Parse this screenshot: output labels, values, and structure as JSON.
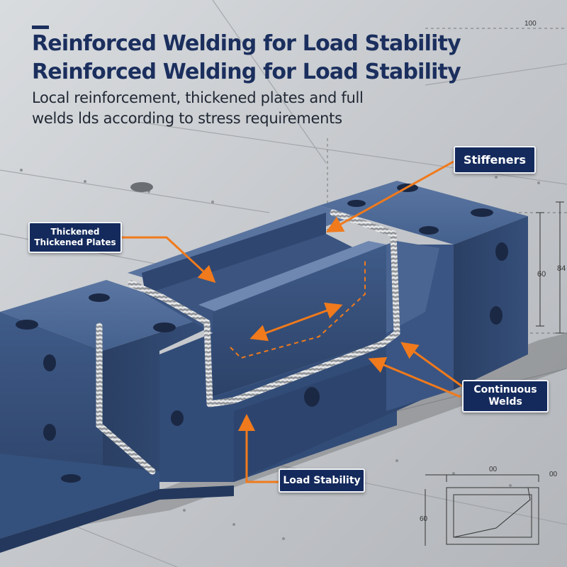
{
  "header": {
    "title_line_1": "Reinforced Welding for Load Stability",
    "title_line_2": "Reinforced Welding for Load Stability",
    "subtitle_line_1": "Local reinforcement, thickened plates and full",
    "subtitle_line_2": "welds lds according to stress requirements"
  },
  "callouts": {
    "stiffeners": "Stiffeners",
    "thickened_line_1": "Thickened",
    "thickened_line_2": "Thickened Plates",
    "continuous_line_1": "Continuous",
    "continuous_line_2": "Welds",
    "load_stability": "Load Stability"
  },
  "dimensions": {
    "top": "100",
    "height_inner": "60",
    "height_outer": "84",
    "blueprint_side": "60",
    "blueprint_top": "00",
    "blueprint_top_right": "00"
  },
  "colors": {
    "steel_blue": "#3a5684",
    "arrow_orange": "#f07a1c",
    "callout_navy": "#142a5c",
    "title_navy": "#1b2f5e"
  }
}
